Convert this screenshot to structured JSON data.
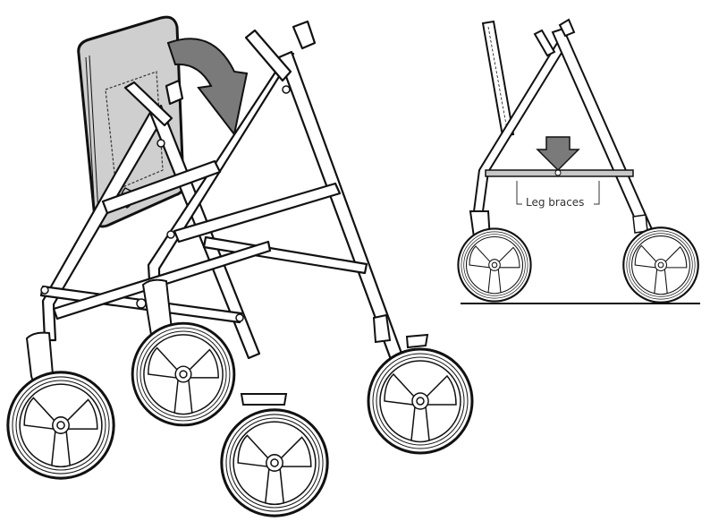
{
  "figure": {
    "description": "Rollator walker folding illustration",
    "main_view": {
      "name": "Walker perspective view with backrest folding down",
      "arrow": "curved fold-down arrow"
    },
    "side_view": {
      "name": "Walker side view",
      "callout_label": "Leg braces",
      "arrow": "down arrow pressing leg braces"
    }
  },
  "colors": {
    "line": "#111111",
    "backrest_fill": "#cfcfcf",
    "arrow_fill": "#7a7a7a",
    "brace_fill": "#c8c8c8",
    "label": "#333333"
  }
}
